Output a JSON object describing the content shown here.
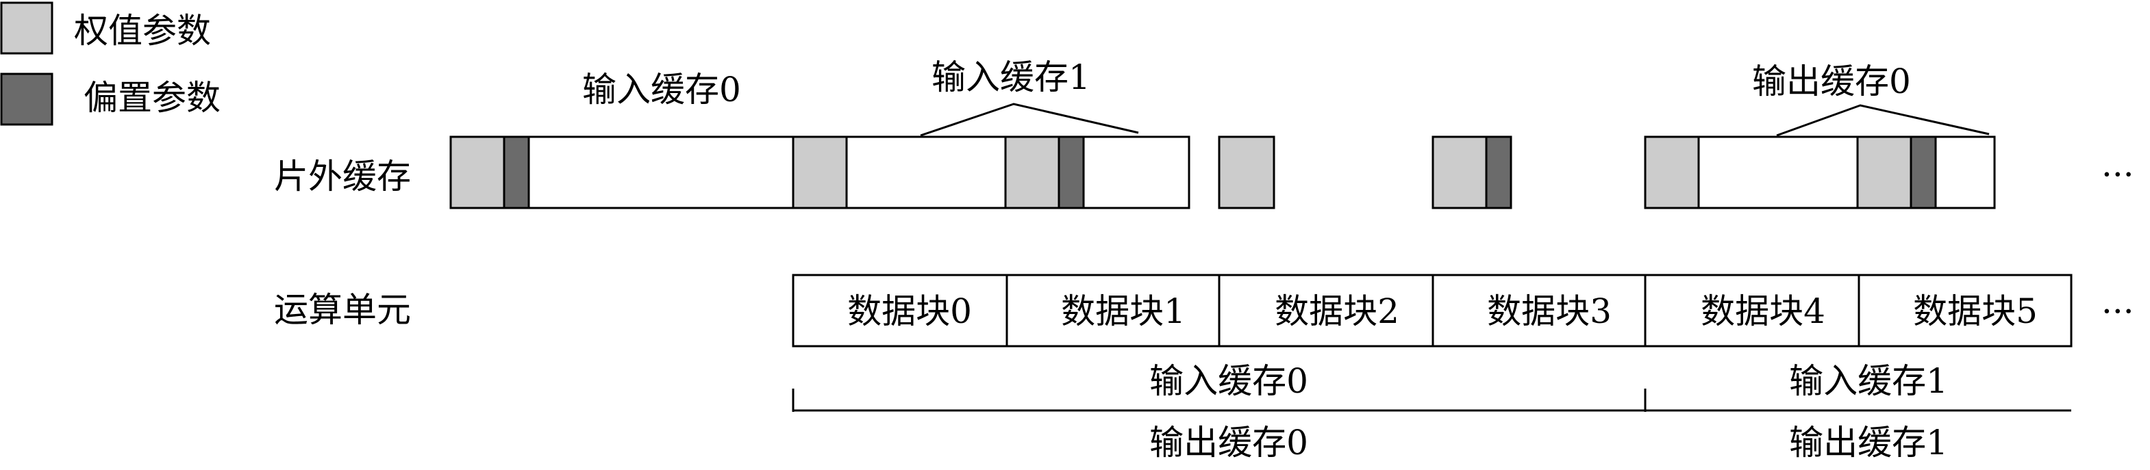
{
  "legend": [
    {
      "label": "权值参数",
      "color": "#cccccc"
    },
    {
      "label": "偏置参数",
      "color": "#6b6b6b"
    }
  ],
  "rows": {
    "offchip_label": "片外缓存",
    "compute_label": "运算单元"
  },
  "offchip_annotations": {
    "in0": "输入缓存0",
    "in1": "输入缓存1",
    "out0": "输出缓存0"
  },
  "data_blocks": [
    "数据块0",
    "数据块1",
    "数据块2",
    "数据块3",
    "数据块4",
    "数据块5"
  ],
  "brackets": {
    "in0": "输入缓存0",
    "in1": "输入缓存1",
    "out0": "输出缓存0",
    "out1": "输出缓存1"
  },
  "ellipsis": "···",
  "colors": {
    "weight": "#cccccc",
    "bias": "#6b6b6b",
    "stroke": "#000000"
  }
}
